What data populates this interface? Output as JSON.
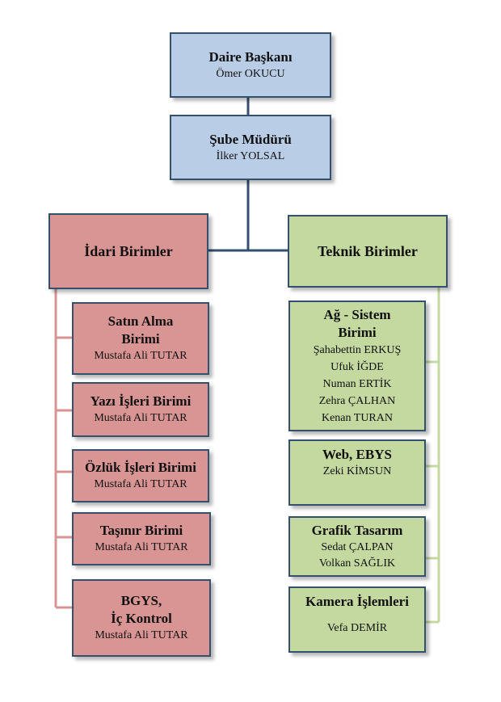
{
  "chart": {
    "daire": {
      "title": "Daire Başkanı",
      "name": "Ömer OKUCU"
    },
    "sube": {
      "title": "Şube Müdürü",
      "name": "İlker YOLSAL"
    },
    "idari": {
      "title": "İdari Birimler"
    },
    "teknik": {
      "title": "Teknik Birimler"
    },
    "idari_units": [
      {
        "title": "Satın Alma\nBirimi",
        "name": "Mustafa Ali TUTAR"
      },
      {
        "title": "Yazı İşleri Birimi",
        "name": "Mustafa Ali TUTAR"
      },
      {
        "title": "Özlük İşleri Birimi",
        "name": "Mustafa Ali TUTAR"
      },
      {
        "title": "Taşınır Birimi",
        "name": "Mustafa Ali TUTAR"
      },
      {
        "title": "BGYS,\nİç Kontrol",
        "name": "Mustafa Ali TUTAR"
      }
    ],
    "teknik_units": [
      {
        "title": "Ağ - Sistem\nBirimi",
        "names": [
          "Şahabettin ERKUŞ",
          "Ufuk İĞDE",
          "Numan ERTİK",
          "Zehra ÇALHAN",
          "Kenan TURAN"
        ]
      },
      {
        "title": "Web, EBYS",
        "names": [
          "Zeki KİMSUN"
        ]
      },
      {
        "title": "Grafik Tasarım",
        "names": [
          "Sedat ÇALPAN",
          "Volkan SAĞLIK"
        ]
      },
      {
        "title": "Kamera İşlemleri",
        "names": [
          "Vefa DEMİR"
        ]
      }
    ]
  },
  "colors": {
    "connector_main": "#33506e",
    "connector_idari": "#d99594",
    "connector_teknik": "#c4d9a0",
    "box_blue": "#b9cde6",
    "box_red": "#d99594",
    "box_green": "#c4d9a0"
  }
}
